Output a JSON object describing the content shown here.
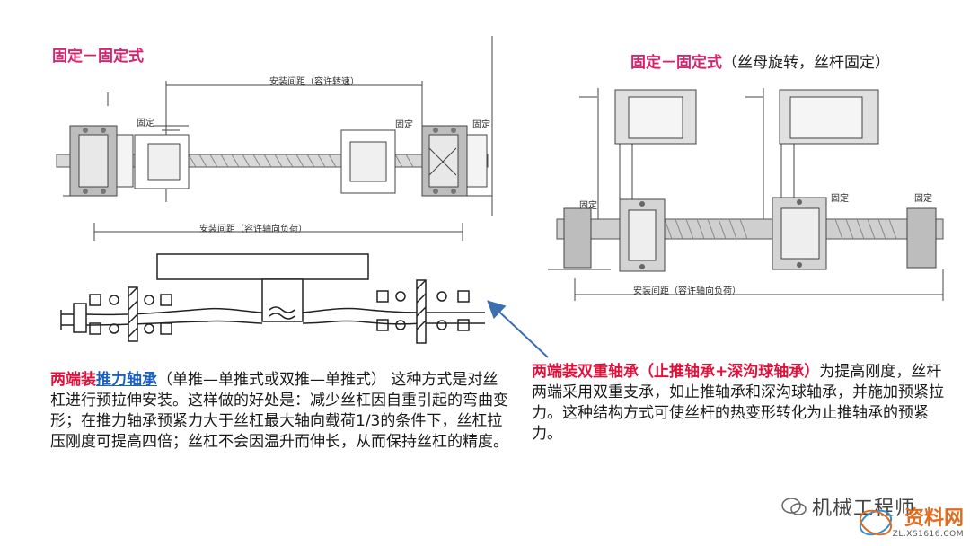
{
  "left_diagram": {
    "title": "固定－固定式",
    "top_label": "安装间距（容许转速）",
    "bottom_label": "安装间距（容许轴向负荷）",
    "fixed_labels": [
      "固定",
      "固定",
      "固定"
    ]
  },
  "right_diagram": {
    "title_pink": "固定－固定式",
    "title_dark": "（丝母旋转，丝杆固定）",
    "bottom_label": "安装间距（容许轴向负荷）",
    "fixed_labels": [
      "固定",
      "固定",
      "固定"
    ]
  },
  "left_text": {
    "lead_red": "两端装",
    "lead_blue": "推力轴承",
    "body": "（单推—单推式或双推—单推式） 这种方式是对丝杠进行预拉伸安装。这样做的好处是：减少丝杠因自重引起的弯曲变形；在推力轴承预紧力大于丝杠最大轴向载荷1/3的条件下，丝杠拉压刚度可提高四倍；丝杠不会因温升而伸长，从而保持丝杠的精度。"
  },
  "right_text": {
    "lead_red": "两端装双重轴承（止推轴承+深沟球轴承）",
    "body": "为提高刚度，丝杆两端采用双重支承，如止推轴承和深沟球轴承，并施加预紧拉力。这种结构方式可使丝杆的热变形转化为止推轴承的预紧力。"
  },
  "watermark": {
    "wechat": "机械工程师",
    "site_name": "资料网",
    "site_url": "ZL.XS1616.COM"
  },
  "colors": {
    "pink": "#d6236f",
    "red": "#e0103a",
    "blue": "#1b5fc4",
    "arrow": "#3b6fb0"
  }
}
